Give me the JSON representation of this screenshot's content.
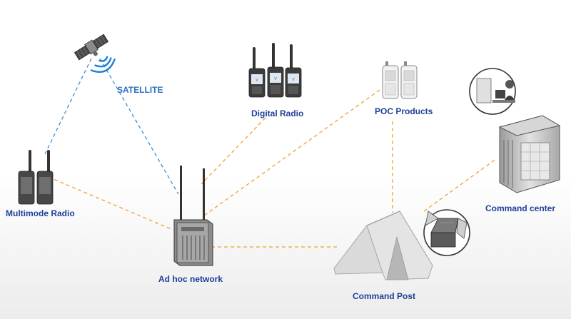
{
  "nodes": {
    "satellite": {
      "label": "SATELLITE"
    },
    "digital_radio": {
      "label": "Digital Radio"
    },
    "poc_products": {
      "label": "POC Products"
    },
    "multimode_radio": {
      "label": "Multimode Radio"
    },
    "adhoc_network": {
      "label": "Ad hoc network"
    },
    "command_post": {
      "label": "Command Post"
    },
    "command_center": {
      "label": "Command center"
    }
  },
  "links": [
    {
      "from": "satellite",
      "to": "multimode_radio",
      "style": "dashed",
      "color": "#3c8fd8"
    },
    {
      "from": "satellite",
      "to": "adhoc_network",
      "style": "dashed",
      "color": "#3c8fd8"
    },
    {
      "from": "multimode_radio",
      "to": "adhoc_network",
      "style": "dashed",
      "color": "#f0a030"
    },
    {
      "from": "digital_radio",
      "to": "adhoc_network",
      "style": "dashed",
      "color": "#f0a030"
    },
    {
      "from": "poc_products",
      "to": "adhoc_network",
      "style": "dashed",
      "color": "#f0a030"
    },
    {
      "from": "poc_products",
      "to": "command_post",
      "style": "dashed",
      "color": "#f0a030"
    },
    {
      "from": "adhoc_network",
      "to": "command_post",
      "style": "dashed",
      "color": "#f0a030"
    },
    {
      "from": "command_post",
      "to": "command_center",
      "style": "dashed",
      "color": "#f0a030"
    }
  ],
  "colors": {
    "label": "#1f3f99",
    "satellite_label": "#2c6fc2",
    "signal": "#1a7fd8",
    "satellite_link": "#3c8fd8",
    "ground_link": "#f0a030"
  }
}
